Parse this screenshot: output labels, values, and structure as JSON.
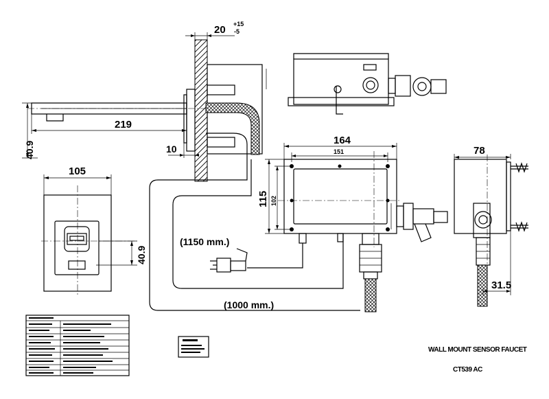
{
  "dimensions": {
    "wall_thickness": "20",
    "wall_tol_plus": "+15",
    "wall_tol_minus": "-5",
    "spout_length": "219",
    "spout_height": "40.9",
    "plate_offset": "10",
    "plate_width": "105",
    "sensor_height": "40.9",
    "box_width": "164",
    "box_inner_width": "151",
    "box_height": "115",
    "box_inner_height": "102",
    "side_width": "78",
    "side_depth": "31.5",
    "cable_power": "(1150 mm.)",
    "cable_sensor": "(1000 mm.)"
  },
  "title_block": {
    "name": "WALL MOUNT SENSOR FAUCET",
    "model": "CT539 AC"
  },
  "colors": {
    "line": "#000000",
    "background": "#ffffff"
  }
}
